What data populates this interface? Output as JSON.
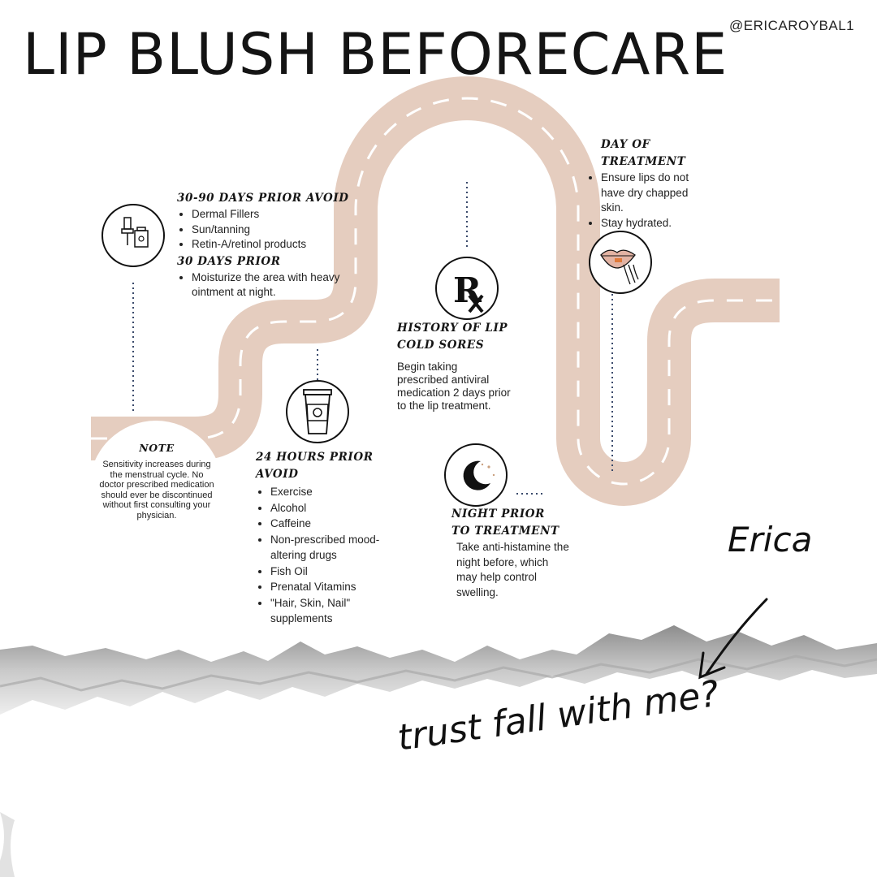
{
  "title": "LIP BLUSH BEFORECARE",
  "handle": "@ERICAROYBAL1",
  "sections": {
    "prior_30_90": {
      "heading": "30-90 DAYS PRIOR AVOID",
      "items": [
        "Dermal Fillers",
        "Sun/tanning",
        "Retin-A/retinol products"
      ],
      "icon": "dropper-bottle-icon"
    },
    "prior_30": {
      "heading": "30 DAYS PRIOR",
      "items": [
        "Moisturize the area with heavy ointment at night."
      ]
    },
    "note": {
      "heading": "NOTE",
      "text": "Sensitivity increases during the menstrual cycle. No doctor prescribed medication should ever be discontinued without first consulting your physician."
    },
    "hours_24": {
      "heading_line1": "24 HOURS PRIOR",
      "heading_line2": "AVOID",
      "items": [
        "Exercise",
        "Alcohol",
        "Caffeine",
        "Non-prescribed mood-altering drugs",
        "Fish Oil",
        "Prenatal Vitamins",
        "\"Hair, Skin, Nail\" supplements"
      ],
      "icon": "coffee-cup-icon"
    },
    "cold_sores": {
      "heading_line1": "HISTORY OF LIP",
      "heading_line2": "COLD SORES",
      "text": "Begin taking prescribed antiviral medication 2 days prior to the lip treatment.",
      "icon": "rx-icon"
    },
    "night_prior": {
      "heading_line1": "NIGHT PRIOR",
      "heading_line2": "TO TREATMENT",
      "text": "Take anti-histamine the night before, which may help control swelling.",
      "icon": "moon-stars-icon"
    },
    "day_of": {
      "heading_line1": "DAY OF",
      "heading_line2": "TREATMENT",
      "items": [
        "Ensure lips do not have dry chapped skin.",
        "Stay hydrated."
      ],
      "icon": "lips-icon"
    }
  },
  "signature": "Erica",
  "tagline": "trust fall with me?",
  "colors": {
    "road": "#e5cdbf",
    "road_line": "#ffffff",
    "dotted_line": "#3a4a6b",
    "text": "#222222"
  }
}
